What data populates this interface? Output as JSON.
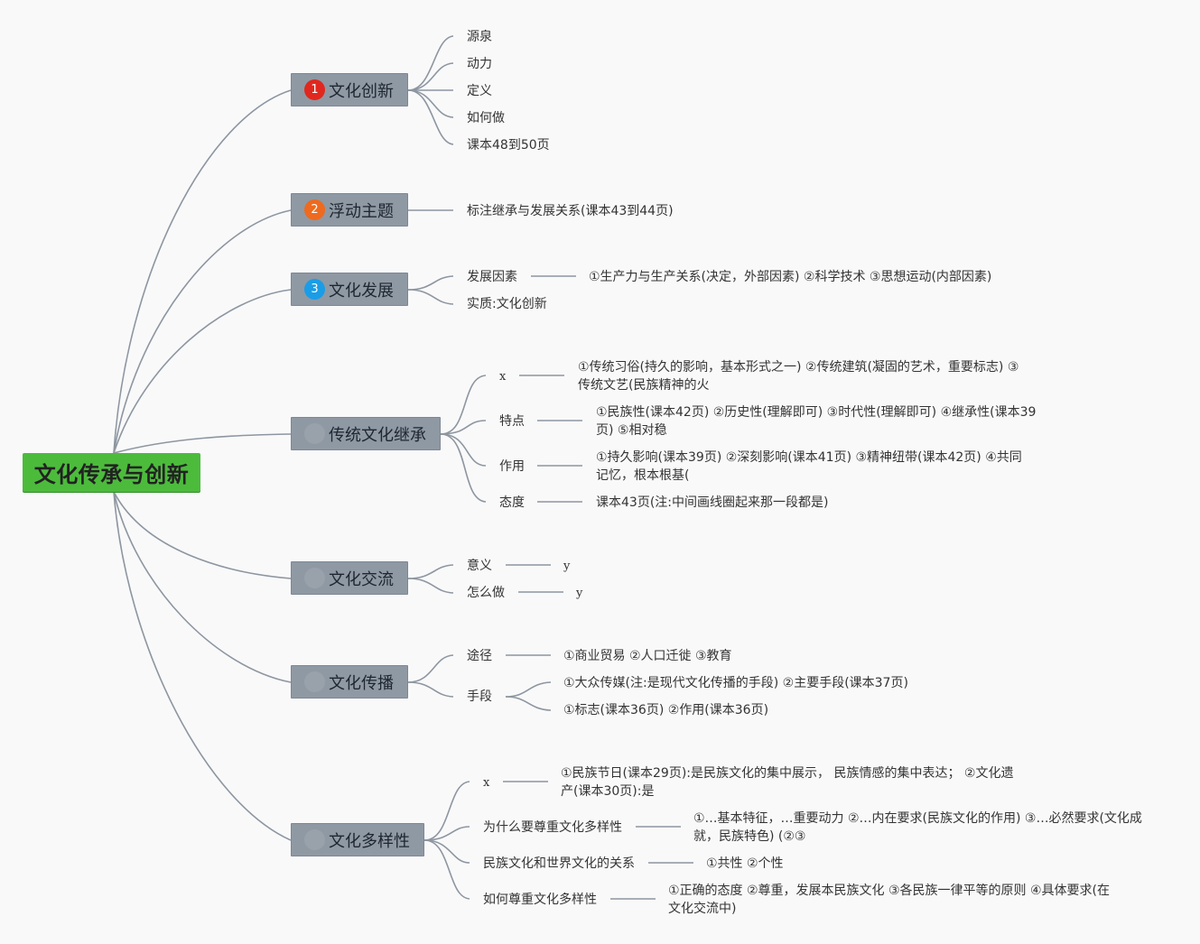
{
  "root": {
    "label": "文化传承与创新",
    "color": "#4cbb3c"
  },
  "colors": {
    "branch_bg": "#8e99a4",
    "line": "#8d96a0",
    "badge_red": "#e0281e",
    "badge_orange": "#ee6a1e",
    "badge_blue": "#1a9de6"
  },
  "branches": [
    {
      "num": "1",
      "label": "文化创新",
      "badge_color": "#e0281e",
      "leaves": [
        "源泉",
        "动力",
        "定义",
        "如何做",
        "课本48到50页"
      ]
    },
    {
      "num": "2",
      "label": "浮动主题",
      "badge_color": "#ee6a1e",
      "leaves": [
        "标注继承与发展关系(课本43到44页)"
      ]
    },
    {
      "num": "3",
      "label": "文化发展",
      "badge_color": "#1a9de6",
      "leaves": [
        "发展因素",
        "实质:文化创新"
      ],
      "details": [
        "①生产力与生产关系(决定，外部因素) ②科学技术 ③思想运动(内部因素)"
      ]
    },
    {
      "num": "",
      "label": "传统文化继承",
      "leaves": [
        "x",
        "特点",
        "作用",
        "态度"
      ],
      "details": [
        "①传统习俗(持久的影响，基本形式之一) ②传统建筑(凝固的艺术，重要标志) ③传统文艺(民族精神的火",
        "①民族性(课本42页) ②历史性(理解即可) ③时代性(理解即可) ④继承性(课本39页) ⑤相对稳",
        "①持久影响(课本39页) ②深刻影响(课本41页) ③精神纽带(课本42页) ④共同记忆，根本根基(",
        "课本43页(注:中间画线圈起来那一段都是)"
      ]
    },
    {
      "num": "",
      "label": "文化交流",
      "leaves": [
        "意义",
        "怎么做"
      ],
      "details": [
        "y",
        "y"
      ]
    },
    {
      "num": "",
      "label": "文化传播",
      "leaves": [
        "途径",
        "手段"
      ],
      "details": [
        "①商业贸易 ②人口迁徙 ③教育",
        "①大众传媒(注:是现代文化传播的手段) ②主要手段(课本37页)",
        "①标志(课本36页) ②作用(课本36页)"
      ]
    },
    {
      "num": "",
      "label": "文化多样性",
      "leaves": [
        "x",
        "为什么要尊重文化多样性",
        "民族文化和世界文化的关系",
        "如何尊重文化多样性"
      ],
      "details": [
        "①民族节日(课本29页):是民族文化的集中展示， 民族情感的集中表达； ②文化遗产(课本30页):是",
        "①…基本特征，…重要动力 ②…内在要求(民族文化的作用) ③…必然要求(文化成就，民族特色) (②③",
        "①共性 ②个性",
        "①正确的态度 ②尊重，发展本民族文化 ③各民族一律平等的原则 ④具体要求(在文化交流中)"
      ]
    }
  ]
}
